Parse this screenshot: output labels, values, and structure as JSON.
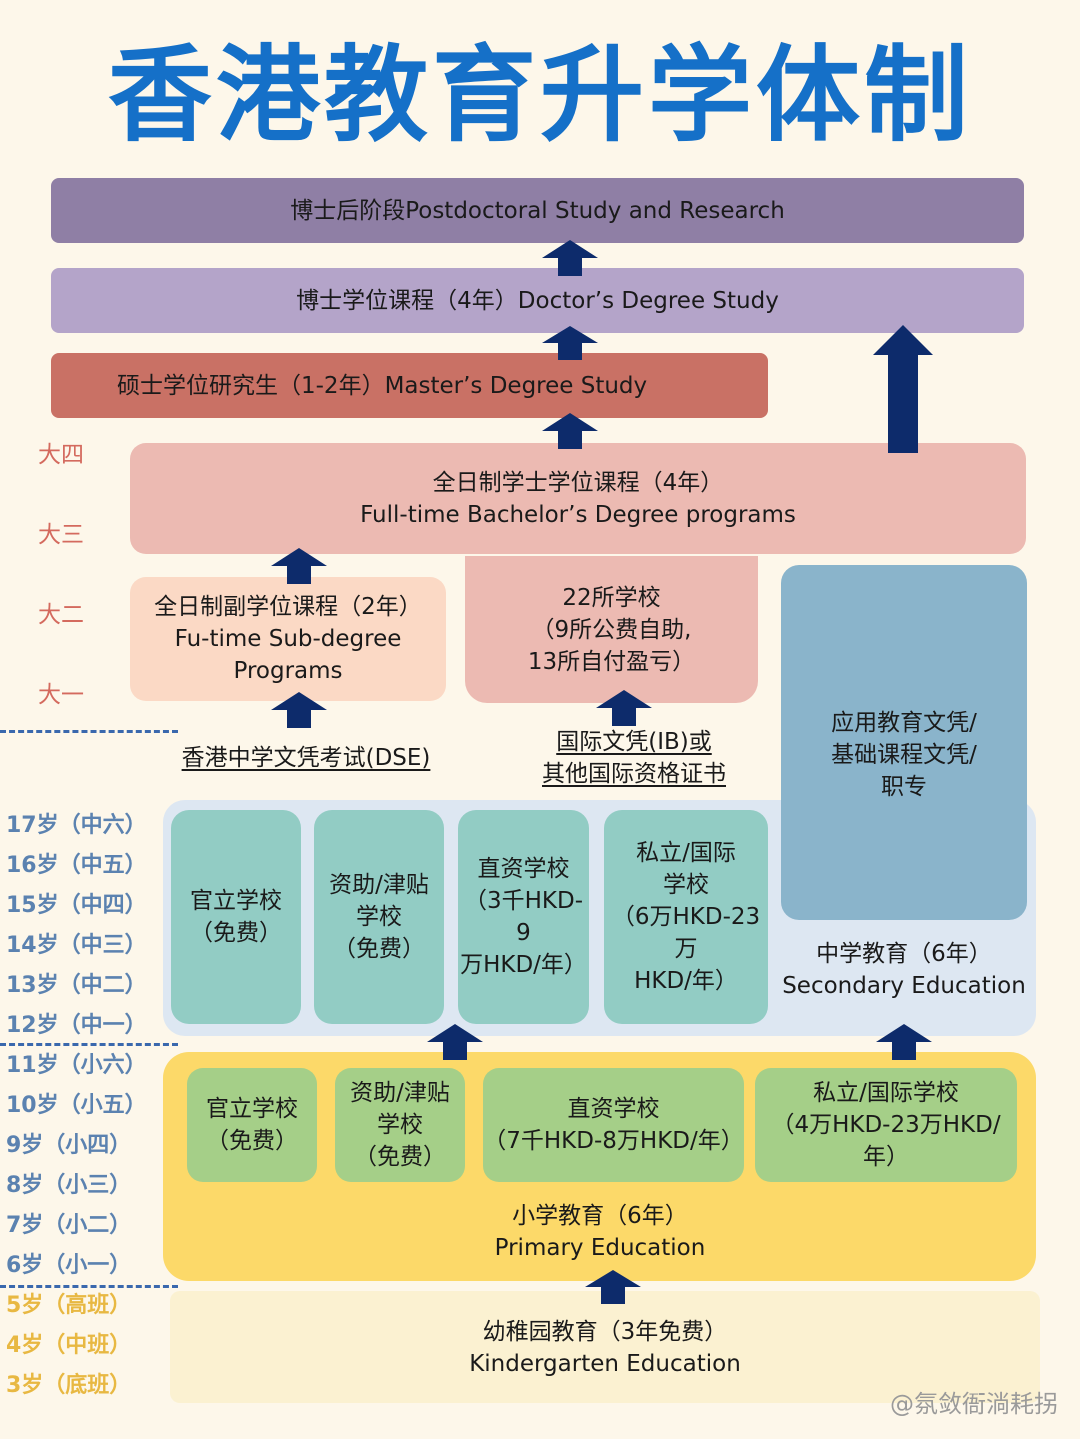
{
  "title": "香港教育升学体制",
  "stages": {
    "postdoc": "博士后阶段Postdoctoral Study and Research",
    "doctor": "博士学位课程（4年）Doctor’s Degree Study",
    "master": "硕士学位研究生（1-2年）Master’s Degree Study",
    "bachelor": {
      "zh": "全日制学士学位课程（4年）",
      "en": "Full-time Bachelor’s Degree programs"
    },
    "subdegree": {
      "zh": "全日制副学位课程（2年）",
      "en1": "Fu-time Sub-degree",
      "en2": "Programs"
    },
    "schools22": {
      "l1": "22所学校",
      "l2": "（9所公费自助,",
      "l3": "13所自付盈亏）"
    },
    "vocational": {
      "l1": "应用教育文凭/",
      "l2": "基础课程文凭/",
      "l3": "职专"
    }
  },
  "exams": {
    "dse": "香港中学文凭考试(DSE)",
    "ib1": "国际文凭(IB)或",
    "ib2": "其他国际资格证书"
  },
  "secondary": {
    "label_zh": "中学教育（6年）",
    "label_en": "Secondary Education",
    "boxes": [
      {
        "l1": "官立学校",
        "l2": "（免费）"
      },
      {
        "l1": "资助/津贴",
        "l2": "学校",
        "l3": "（免费）"
      },
      {
        "l1": "直资学校",
        "l2": "（3千HKD-9",
        "l3": "万HKD/年）"
      },
      {
        "l1": "私立/国际",
        "l2": "学校",
        "l3": "（6万HKD-23万",
        "l4": "HKD/年）"
      }
    ]
  },
  "primary": {
    "label_zh": "小学教育（6年）",
    "label_en": "Primary Education",
    "boxes": [
      {
        "l1": "官立学校",
        "l2": "（免费）"
      },
      {
        "l1": "资助/津贴",
        "l2": "学校",
        "l3": "（免费）"
      },
      {
        "l1": "直资学校",
        "l2": "（7千HKD-8万HKD/年）"
      },
      {
        "l1": "私立/国际学校",
        "l2": "（4万HKD-23万HKD/年）"
      }
    ]
  },
  "kindergarten": {
    "label_zh": "幼稚园教育（3年免费）",
    "label_en": "Kindergarten Education"
  },
  "university_years": [
    "大四",
    "大三",
    "大二",
    "大一"
  ],
  "secondary_ages": [
    "17岁（中六）",
    "16岁（中五）",
    "15岁（中四）",
    "14岁（中三）",
    "13岁（中二）",
    "12岁（中一）"
  ],
  "primary_ages": [
    "11岁（小六）",
    "10岁（小五）",
    "9岁（小四）",
    "8岁（小三）",
    "7岁（小二）",
    "6岁（小一）"
  ],
  "kindergarten_ages": [
    "5岁（高班）",
    "4岁（中班）",
    "3岁（底班）"
  ],
  "watermark": "@氛敛衙淌耗拐",
  "colors": {
    "title": "#1570c8",
    "arrow": "#0d2b6b",
    "postdoc": "#8f7fa5",
    "doctor": "#b4a4c9",
    "master": "#c97165",
    "bachelor": "#ecbab2",
    "subdegree": "#fbd9c5",
    "vocational": "#8ab4cb",
    "secondary_school": "#92ccc4",
    "primary_school": "#a5cf88",
    "primary_bg": "#fcd969"
  }
}
